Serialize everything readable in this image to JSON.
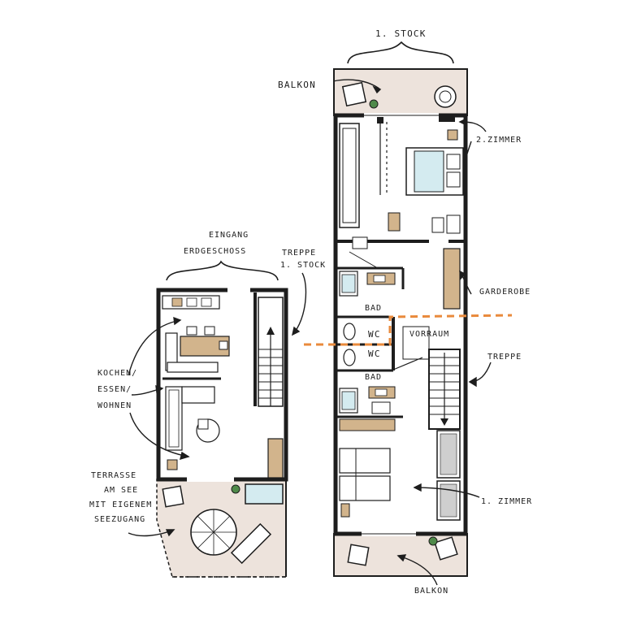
{
  "labels": {
    "upper_floor": "1. STOCK",
    "balcony_top": "BALKON",
    "room_2": "2.ZIMMER",
    "entrance": "EINGANG",
    "ground_floor": "ERDGESCHOSS",
    "stairs_up_1": "TREPPE",
    "stairs_up_2": "1. STOCK",
    "wardrobe": "GARDEROBE",
    "bath_upper": "BAD",
    "wc_upper": "WC",
    "hallway": "VORRAUM",
    "wc_lower": "WC",
    "bath_lower": "BAD",
    "stairs": "TREPPE",
    "living_1": "KOCHEN/",
    "living_2": "ESSEN/",
    "living_3": "WOHNEN",
    "terrace_1": "TERRASSE",
    "terrace_2": "AM SEE",
    "terrace_3": "MIT EIGENEM",
    "terrace_4": "SEEZUGANG",
    "room_1": "1. ZIMMER",
    "balcony_bottom": "BALKON"
  },
  "colors": {
    "ink": "#1d1d1d",
    "terrace_fill": "#ede3dc",
    "wood": "#d2b48c",
    "bed_blue": "#d4ebf0",
    "accent_orange": "#e98a3c",
    "plant_green": "#4f8a4a"
  }
}
